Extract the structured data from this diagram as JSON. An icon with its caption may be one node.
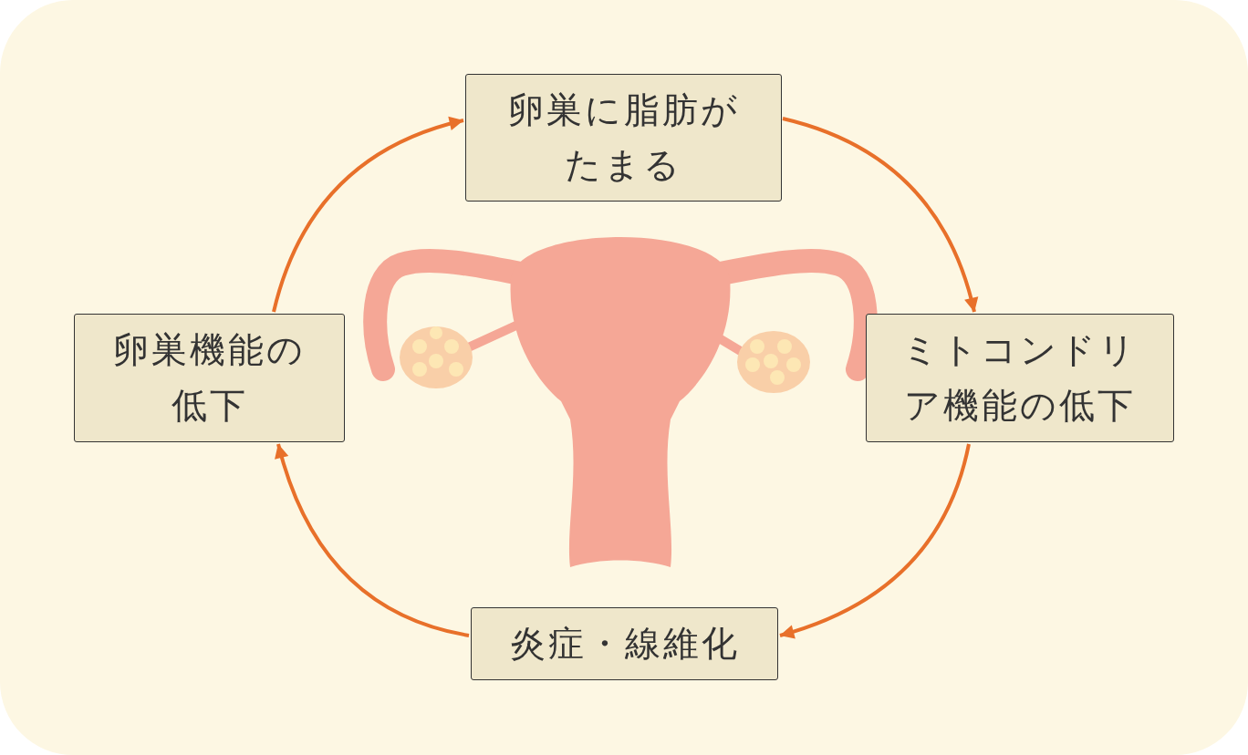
{
  "diagram": {
    "nodes": [
      {
        "text": [
          "卵巣に脂肪がたまる"
        ]
      },
      {
        "text": [
          "ミトコンドリア機能の低下"
        ]
      },
      {
        "text": [
          "炎症・線維化"
        ]
      },
      {
        "text": [
          "卵巣機能の低下"
        ]
      }
    ],
    "edges": [
      {
        "from": 0,
        "to": 1,
        "arrow": "to"
      },
      {
        "from": 1,
        "to": 2,
        "arrow": "to"
      },
      {
        "from": 2,
        "to": 3,
        "arrow": "to"
      },
      {
        "from": 3,
        "to": 0,
        "arrow": "to"
      }
    ]
  }
}
